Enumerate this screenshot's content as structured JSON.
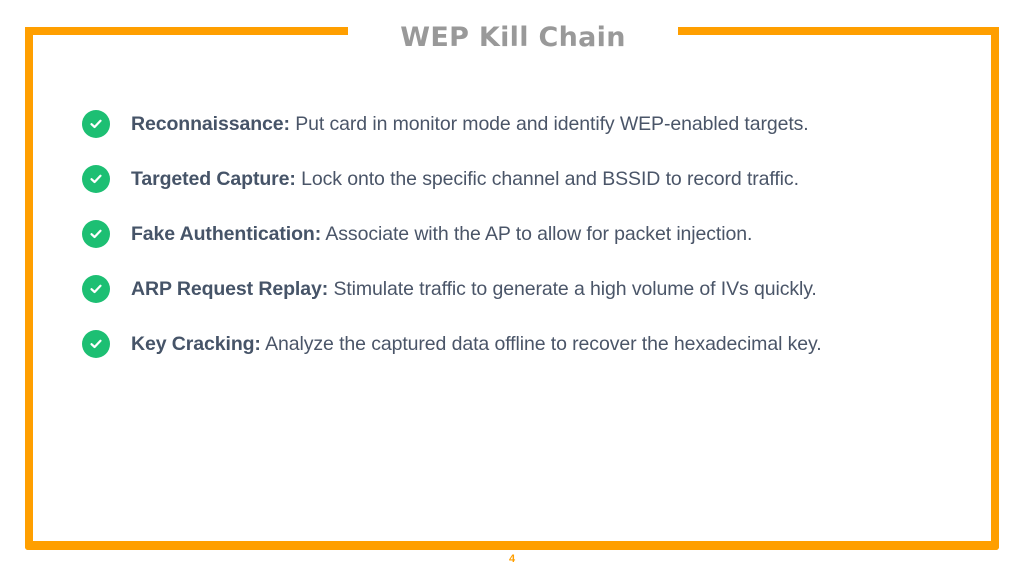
{
  "slide": {
    "title": "WEP Kill Chain",
    "page_number": "4",
    "colors": {
      "frame": "#FF9F00",
      "title": "#999999",
      "check": "#1DBF73",
      "text": "#4A5568",
      "page_number": "#FF9F00"
    },
    "bullet_icon": "check-circle-icon",
    "items": [
      {
        "term": "Reconnaissance:",
        "description": " Put card in monitor mode and identify WEP-enabled targets."
      },
      {
        "term": "Targeted Capture:",
        "description": " Lock onto the specific channel and BSSID to record traffic."
      },
      {
        "term": "Fake Authentication:",
        "description": " Associate with the AP to allow for packet injection."
      },
      {
        "term": "ARP Request Replay:",
        "description": " Stimulate traffic to generate a high volume of IVs quickly."
      },
      {
        "term": "Key Cracking:",
        "description": " Analyze the captured data offline to recover the hexadecimal key."
      }
    ]
  }
}
